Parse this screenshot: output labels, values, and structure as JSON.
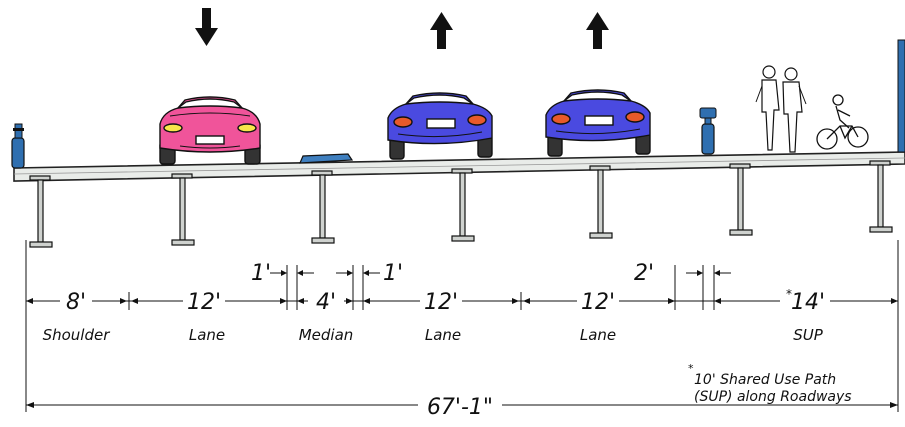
{
  "dimensions": {
    "shoulder": "8'",
    "lane1": "12'",
    "gap1": "1'",
    "median": "4'",
    "gap2": "1'",
    "lane2": "12'",
    "lane3": "12'",
    "gap3": "2'",
    "sup": "14'",
    "sup_mark": "*",
    "total": "67'-1\""
  },
  "labels": {
    "shoulder": "Shoulder",
    "lane1": "Lane",
    "median": "Median",
    "lane2": "Lane",
    "lane3": "Lane",
    "sup": "SUP"
  },
  "note": {
    "mark": "*",
    "line1": "10' Shared Use Path",
    "line2": "(SUP) along Roadways"
  },
  "plates": {
    "pink_car": "",
    "blue_car_1": "",
    "blue_car_2": ""
  },
  "colors": {
    "deck": "#e9ece9",
    "deck_stroke": "#222222",
    "pink_car": "#f0549a",
    "blue_car": "#4a4ae0",
    "median": "#3f7fbf",
    "signal": "#2f6fb0",
    "arrow": "#111111"
  },
  "traffic_directions": [
    "down",
    "up",
    "up"
  ]
}
